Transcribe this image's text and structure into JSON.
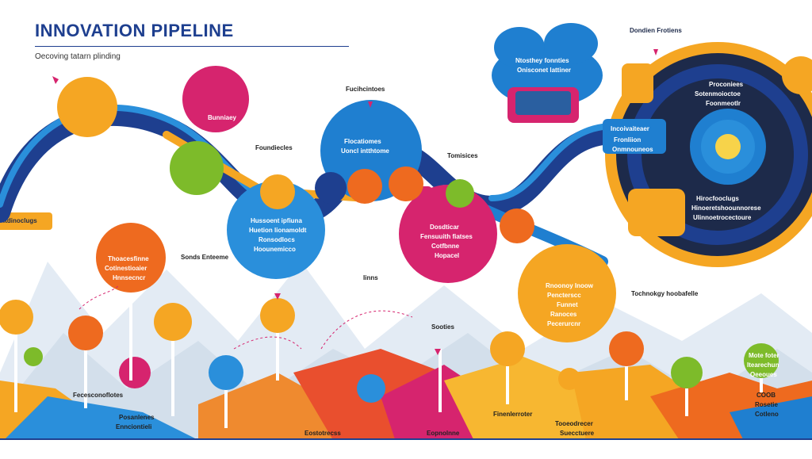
{
  "header": {
    "title": "INNOVATION PIPELINE",
    "subtitle": "Oecoving tatarn plinding",
    "top_right_label": "Dondien Frotiens"
  },
  "side_tag": "Itdinoclugs",
  "nodes": {
    "cloud_top": [
      "Ntosthey fonnties",
      "Onisconet lattiner"
    ],
    "magenta_top": "Bunniaey",
    "label_focus1": "Fucihcintoes",
    "label_foundries": "Foundiecles",
    "blue_center": [
      "Flocatiomes",
      "Uoncl intthtome"
    ],
    "label_tomises": "Tomisices",
    "blue_left": [
      "Hussoent ipfiuna",
      "Huetion lionamoldt",
      "Ronsodlocs",
      "Hoounemicco"
    ],
    "magenta_mid": [
      "Dosdticar",
      "Fensuuith fiatses",
      "Cotfbnne",
      "Hopacel"
    ],
    "orange_left": [
      "Thoacesfinne",
      "Cotinestioaier",
      "Hnnsecncr"
    ],
    "label_sounds": "Sonds Enteeme",
    "label_inns": "Iinns",
    "label_sooties": "Sooties",
    "blue_right_card": [
      "Incoivaiteaer",
      "Fronliion",
      "Onmnouneos"
    ],
    "dark_ring_top": [
      "Proconiees",
      "Sotenmoioctoe",
      "Foonmeotlr"
    ],
    "dark_ring_bottom": [
      "Hirocfooclugs",
      "Hinoeretshoounnorese",
      "Ulinnoetrocectoure"
    ],
    "orange_right": [
      "Rnoonoy Inoow",
      "Pencterscc",
      "Funnet",
      "Ranoces",
      "Pecerurcnr"
    ],
    "label_tech": "Tochnokgy hoobafelle",
    "bottom_left": "Fecesconoflotes",
    "bottom_mid_left": [
      "Posanlenes",
      "Ennciontieli"
    ],
    "bottom_mid": "Eostotrecss",
    "bottom_center": "Eopnolnne",
    "bottom_mid_right": "Finenlerroter",
    "bottom_right": [
      "Tooeodrecer",
      "Suecctuere"
    ],
    "green_right_card": [
      "Mote foter",
      "Itearechun",
      "Oeeoues"
    ],
    "bottom_right_text": [
      "COOB",
      "Rosetie",
      "Cotleno"
    ]
  },
  "colors": {
    "navy": "#1e3f8f",
    "blue": "#1f7fd0",
    "magenta": "#d6246e",
    "orange": "#f5a623",
    "orange_dark": "#ee6a1f",
    "green": "#7dbb2a",
    "dark": "#1d2a4a"
  }
}
